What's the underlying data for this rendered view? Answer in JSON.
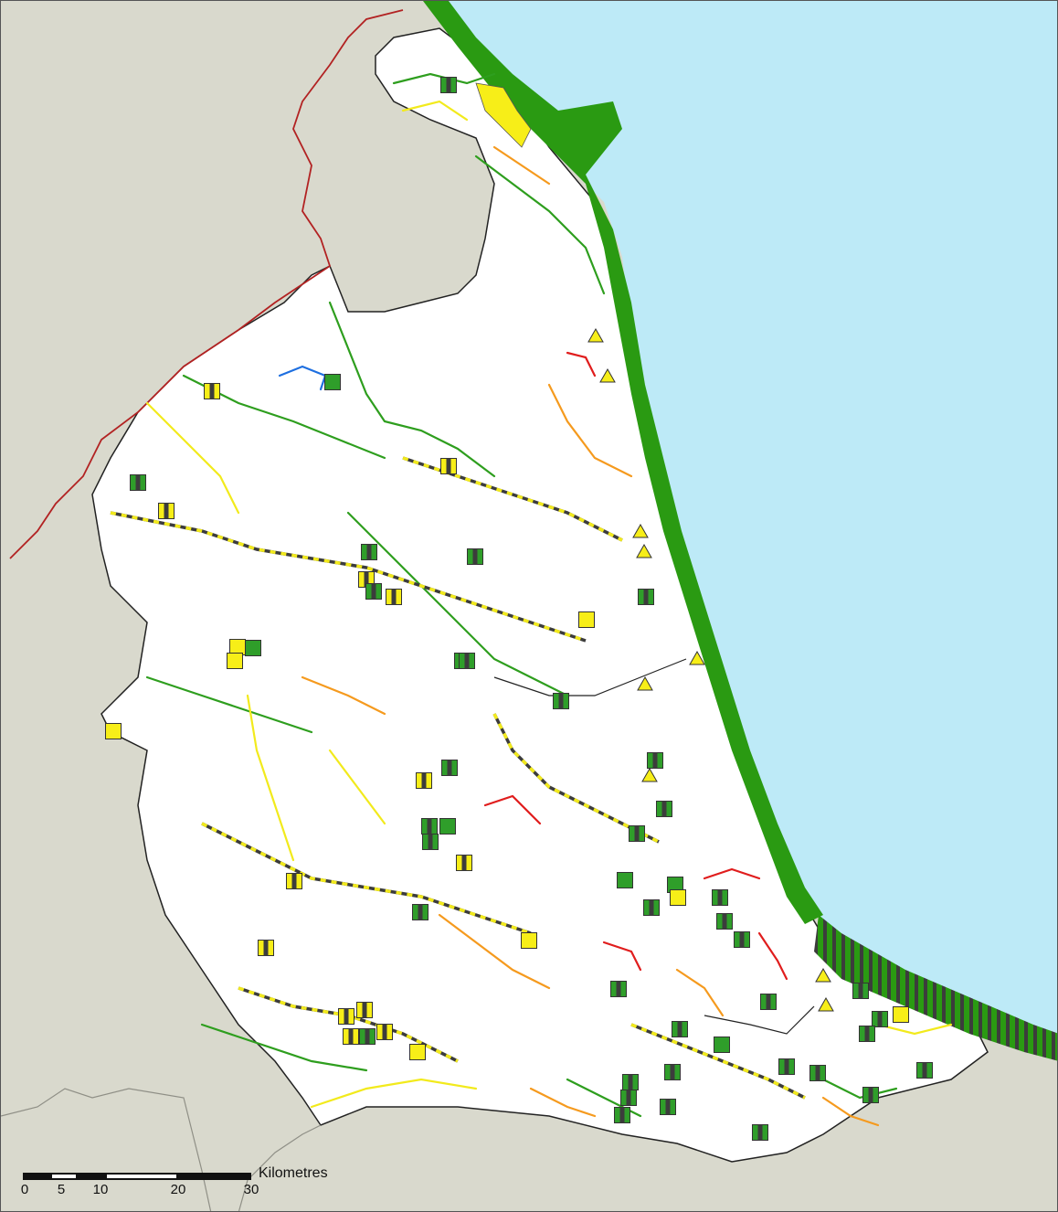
{
  "colors": {
    "sea": "#bdeaf7",
    "land_outside": "#d9d9cd",
    "region": "#ffffff",
    "coast_band": "#2a9a12",
    "coast_band_hatched": "#3c3c3c",
    "national_border": "#b22222",
    "river_high": "#2e9e1e",
    "river_good": "#f2ea1c",
    "river_moderate": "#f59a1e",
    "river_poor": "#e01d1d",
    "river_bad": "#1e6fe0",
    "river_heavily_modified": "#3c3c3c",
    "marker_yellow": "#f7ee18",
    "marker_green": "#2f9e2a",
    "marker_dark": "#3c3c3c"
  },
  "icons": {
    "station_square": "square-marker-icon",
    "station_split": "split-square-marker-icon",
    "station_triangle": "triangle-marker-icon"
  },
  "scale_bar": {
    "unit_label": "Kilometres",
    "ticks": [
      "0",
      "5",
      "10",
      "20",
      "30"
    ]
  }
}
